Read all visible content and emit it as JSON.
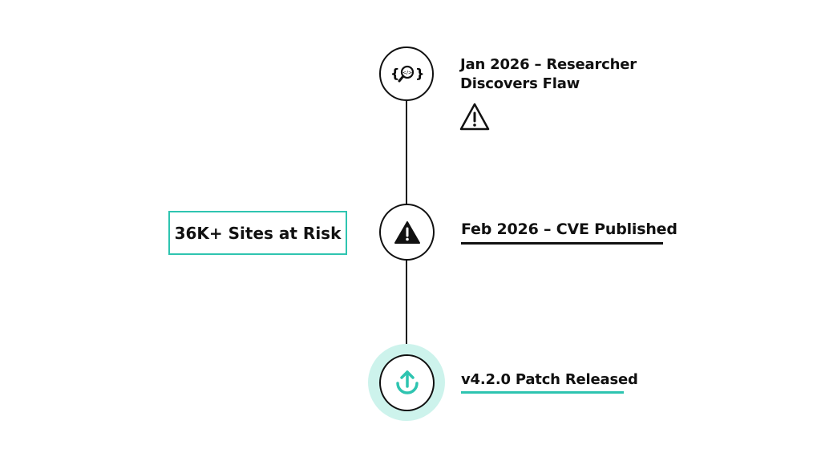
{
  "colors": {
    "accent": "#2ec4b0",
    "halo": "#cdf3ec",
    "ink": "#111111"
  },
  "timeline": [
    {
      "icon": "code-search-icon",
      "title_line1": "Jan 2026 – Researcher",
      "title_line2": "Discovers Flaw",
      "sub_icon": "warning-outline-icon"
    },
    {
      "icon": "warning-filled-icon",
      "title": "Feb 2026 – CVE Published"
    },
    {
      "icon": "upload-arrow-icon",
      "title": "v4.2.0 Patch Released"
    }
  ],
  "callout": {
    "text": "36K+ Sites at Risk"
  }
}
